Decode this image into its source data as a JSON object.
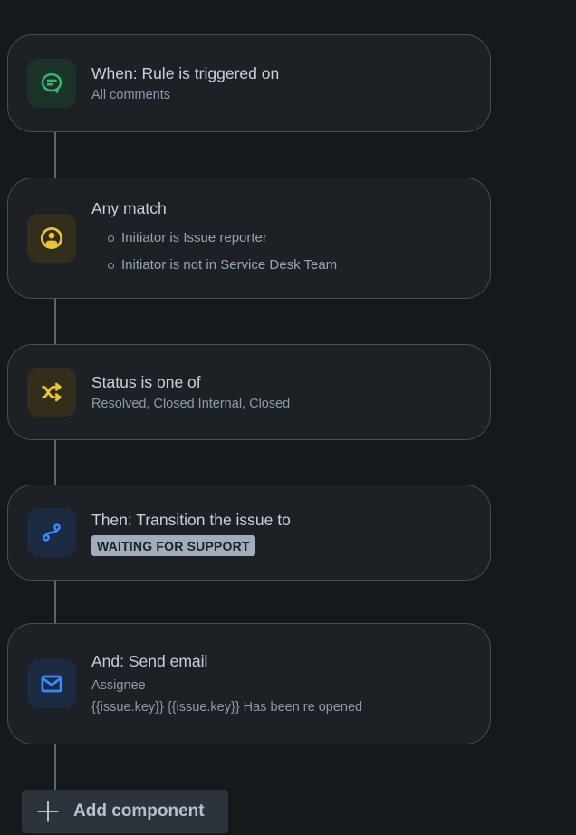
{
  "cards": [
    {
      "type": "trigger",
      "icon": "comment-icon",
      "title": "When: Rule is triggered on",
      "subtitle": "All comments"
    },
    {
      "type": "condition",
      "icon": "user-circle-icon",
      "title": "Any match",
      "bullets": [
        "Initiator is Issue reporter",
        "Initiator is not in Service Desk Team"
      ]
    },
    {
      "type": "condition",
      "icon": "shuffle-icon",
      "title": "Status is one of",
      "subtitle": "Resolved, Closed Internal, Closed"
    },
    {
      "type": "action",
      "icon": "transition-icon",
      "title": "Then: Transition the issue to",
      "badge": "WAITING FOR SUPPORT"
    },
    {
      "type": "action",
      "icon": "mail-icon",
      "title": "And: Send email",
      "lines": [
        "Assignee",
        "{{issue.key}} {{issue.key}} Has been re opened"
      ]
    }
  ],
  "add_component": {
    "label": "Add component",
    "icon": "plus-icon"
  },
  "colors": {
    "page_bg": "#15191C",
    "card_bg": "#1D2125",
    "card_border": "#454F59",
    "title_text": "#C7D1DB",
    "secondary_text": "#8C9BAB",
    "connector_line": "#5A6672",
    "trigger_icon": "#37B573",
    "trigger_icon_bg": "#1C3329",
    "condition_icon": "#E9C33B",
    "condition_icon_bg": "#332E1B",
    "action_icon": "#388BFF",
    "action_icon_bg": "#1C2B41",
    "badge_bg": "#9FADBC",
    "badge_text": "#1D2125",
    "button_bg": "#2C333A",
    "button_text": "#B6C2CF"
  }
}
